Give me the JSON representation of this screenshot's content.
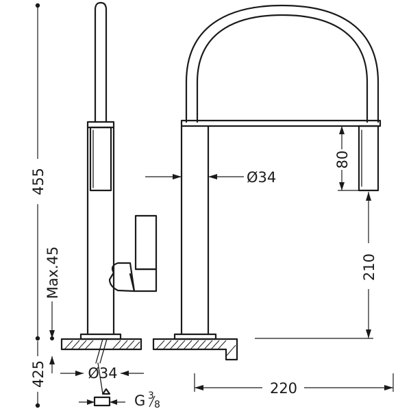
{
  "dimensions": {
    "total_height": "455",
    "max_counter": "Max.45",
    "below_counter": "425",
    "base_diameter": "Ø34",
    "body_diameter": "Ø34",
    "spray_head": "80",
    "spout_clearance": "210",
    "spout_reach": "220",
    "connection": "G",
    "connection_fraction_num": "3",
    "connection_fraction_den": "8"
  }
}
